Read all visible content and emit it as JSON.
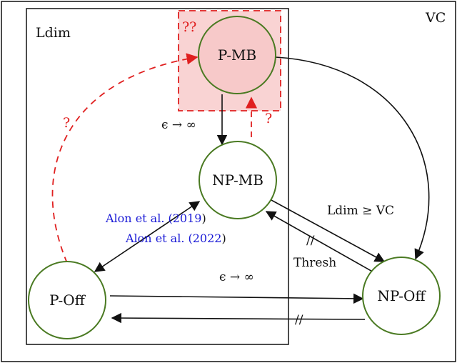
{
  "colors": {
    "node_fill": "#ffffff",
    "node_stroke": "#4a7a22",
    "pmb_fill": "#f7c9c9",
    "highlight_box_fill": "#f9d3d3",
    "highlight_box_stroke": "#e02020",
    "dashed_red": "#e02020",
    "citation_blue": "#1a1ad6"
  },
  "regions": {
    "outer_label": "VC",
    "inner_label": "Ldim",
    "highlight_label": "??"
  },
  "nodes": {
    "pmb": "P-MB",
    "npmb": "NP-MB",
    "poff": "P-Off",
    "npoff": "NP-Off"
  },
  "edge_labels": {
    "pmb_to_npmb": "ϵ → ∞",
    "npmb_to_pmb_question": "?",
    "poff_to_pmb_question": "?",
    "poff_npmb_cite_1_authors": "Alon et al. (",
    "poff_npmb_cite_1_year": "2019",
    "poff_npmb_cite_2_authors": "Alon et al. (",
    "poff_npmb_cite_2_year": "2022",
    "close_paren": ")",
    "npmb_to_npoff": "Ldim ≥ VC",
    "npoff_to_npmb": "Thresh",
    "poff_to_npoff": "ϵ → ∞",
    "not_implies": "//"
  }
}
